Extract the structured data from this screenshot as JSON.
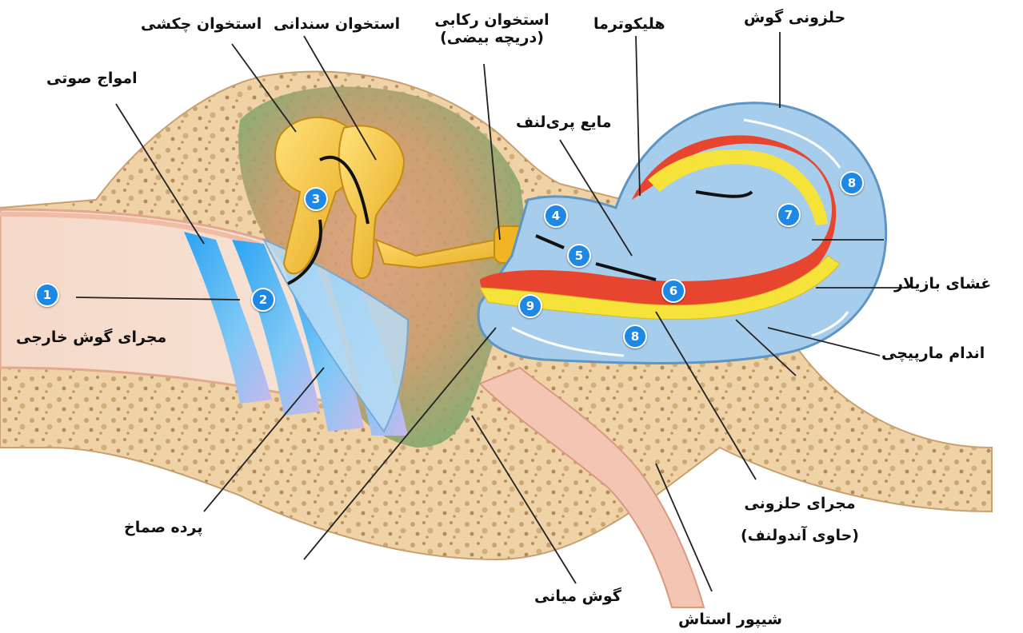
{
  "labels": {
    "malleus": "استخوان چکشی",
    "incus": "استخوان سندانی",
    "stapes_line1": "استخوان رکابی",
    "stapes_line2": "(دریچه بیضی)",
    "helicotrema": "هلیکوترما",
    "cochlea": "حلزونی گوش",
    "sound_waves": "امواج صوتی",
    "perilymph": "مایع پری‌لنف",
    "basilar_membrane": "غشای بازیلار",
    "external_canal": "مجرای گوش خارجی",
    "organ_of_corti": "اندام مارپیچی",
    "eardrum": "پرده صماخ",
    "cochlear_duct_line1": "مجرای حلزونی",
    "cochlear_duct_line2": "(حاوی آندولنف)",
    "middle_ear": "گوش میانی",
    "eustachian_tube": "شیپور استاش"
  },
  "steps": [
    "1",
    "2",
    "3",
    "4",
    "5",
    "6",
    "7",
    "8",
    "8",
    "9"
  ],
  "colors": {
    "badge": "#1e88e5",
    "bone": "#f0c78a",
    "ossicles": "#f2c52e",
    "perilymph": "#9dc4e3",
    "basilar": "#f6e33a",
    "duct": "#e8452e"
  }
}
